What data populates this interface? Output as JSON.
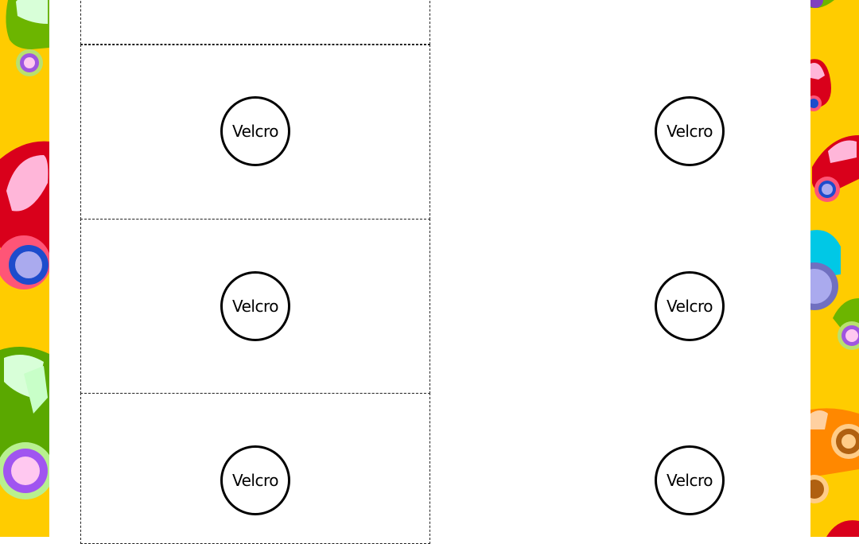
{
  "colors": {
    "border_background": "#ffcc00",
    "page_background": "#ffffff",
    "cut_line": "#222222",
    "circle_stroke": "#000000"
  },
  "decorations": {
    "left_border": "toy-cars-pattern",
    "right_border": "toy-cars-pattern"
  },
  "velcro_spots": [
    {
      "label": "Velcro"
    },
    {
      "label": "Velcro"
    },
    {
      "label": "Velcro"
    },
    {
      "label": "Velcro"
    },
    {
      "label": "Velcro"
    },
    {
      "label": "Velcro"
    }
  ]
}
